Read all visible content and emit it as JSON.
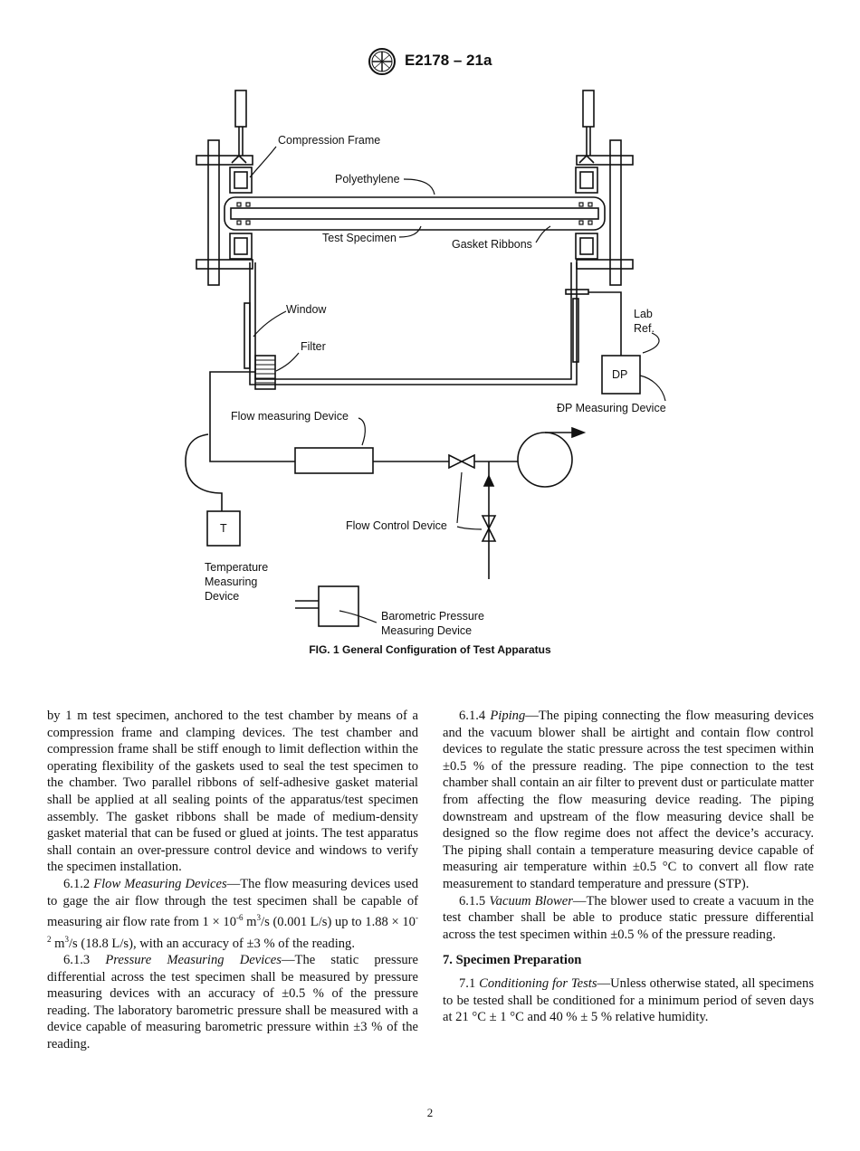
{
  "header": {
    "logo_text": "ASTM",
    "doc_id": "E2178 – 21a"
  },
  "figure": {
    "labels": {
      "compression_frame": "Compression Frame",
      "polyethylene": "Polyethylene",
      "test_specimen": "Test Specimen",
      "gasket_ribbons": "Gasket Ribbons",
      "window": "Window",
      "filter": "Filter",
      "lab_ref_1": "Lab",
      "lab_ref_2": "Ref.",
      "dp_box": "DP",
      "dp_device": "ÐP Measuring Device",
      "flow_measuring": "Flow measuring Device",
      "flow_control": "Flow Control Device",
      "t_box": "T",
      "temp_1": "Temperature",
      "temp_2": "Measuring",
      "temp_3": "Device",
      "baro_1": "Barometric Pressure",
      "baro_2": "Measuring Device"
    },
    "caption": "FIG. 1 General Configuration of Test Apparatus"
  },
  "body": {
    "left": {
      "p1": "by 1 m test specimen, anchored to the test chamber by means of a compression frame and clamping devices. The test chamber and compression frame shall be stiff enough to limit deflection within the operating flexibility of the gaskets used to seal the test specimen to the chamber. Two parallel ribbons of self-adhesive gasket material shall be applied at all sealing points of the apparatus/test specimen assembly. The gasket ribbons shall be made of medium-density gasket material that can be fused or glued at joints. The test apparatus shall contain an over-pressure control device and windows to verify the specimen installation.",
      "p2_num": "6.1.2",
      "p2_title": "Flow Measuring Devices",
      "p2_a": "—The flow measuring devices used to gage the air flow through the test specimen shall be capable of measuring air flow rate from 1 × 10",
      "p2_sup1": "-6",
      "p2_b": " m",
      "p2_sup2": "3",
      "p2_c": "/s (0.001 L/s) up to 1.88 × 10",
      "p2_sup3": "-2",
      "p2_d": " m",
      "p2_sup4": "3",
      "p2_e": "/s (18.8 L/s), with an accuracy of ±3 % of the reading.",
      "p3_num": "6.1.3",
      "p3_title": "Pressure Measuring Devices",
      "p3_text": "—The static pressure differential across the test specimen shall be measured by pressure measuring devices with an accuracy of ±0.5 % of the pressure reading. The laboratory barometric pressure shall be measured with a device capable of measuring barometric pressure within ±3 % of the reading."
    },
    "right": {
      "p1_num": "6.1.4",
      "p1_title": "Piping",
      "p1_text": "—The piping connecting the flow measuring devices and the vacuum blower shall be airtight and contain flow control devices to regulate the static pressure across the test specimen within ±0.5 % of the pressure reading. The pipe connection to the test chamber shall contain an air filter to prevent dust or particulate matter from affecting the flow measuring device reading. The piping downstream and upstream of the flow measuring device shall be designed so the flow regime does not affect the device’s accuracy. The piping shall contain a temperature measuring device capable of measuring air temperature within ±0.5 °C to convert all flow rate measurement to standard temperature and pressure (STP).",
      "p2_num": "6.1.5",
      "p2_title": "Vacuum Blower",
      "p2_text": "—The blower used to create a vacuum in the test chamber shall be able to produce static pressure differential across the test specimen within ±0.5 % of the pressure reading.",
      "section_heading": "7. Specimen Preparation",
      "p3_num": "7.1",
      "p3_title": "Conditioning for Tests",
      "p3_text": "—Unless otherwise stated, all specimens to be tested shall be conditioned for a minimum period of seven days at 21 °C ± 1 °C and 40 % ± 5 % relative humidity."
    }
  },
  "page_number": "2"
}
